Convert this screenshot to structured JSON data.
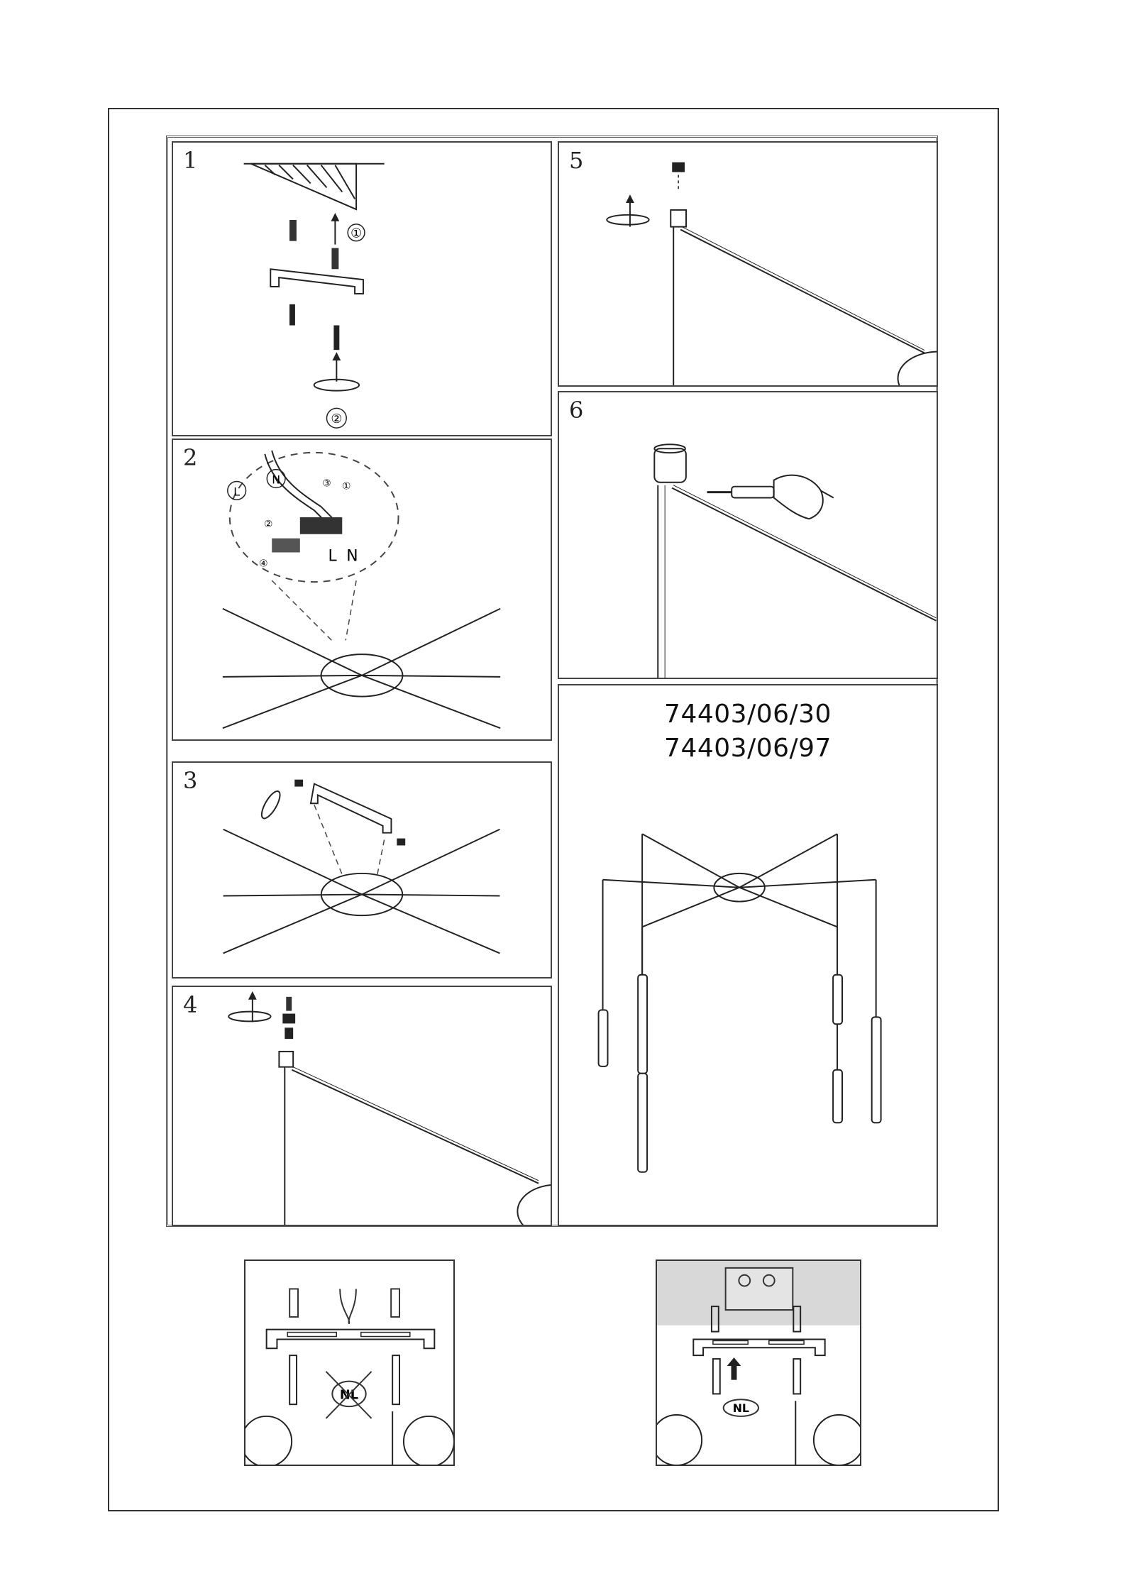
{
  "steps": [
    {
      "number": "1",
      "markers": [
        "①",
        "②"
      ]
    },
    {
      "number": "2",
      "markers": [
        "L",
        "N",
        "①",
        "②",
        "③",
        "④"
      ],
      "terminal_labels": [
        "L",
        "N"
      ]
    },
    {
      "number": "3"
    },
    {
      "number": "4"
    },
    {
      "number": "5"
    },
    {
      "number": "6"
    }
  ],
  "models": [
    "74403/06/30",
    "74403/06/97"
  ],
  "thumbnails": [
    {
      "label": "NL",
      "crossed": true
    },
    {
      "label": "NL",
      "crossed": false
    }
  ]
}
